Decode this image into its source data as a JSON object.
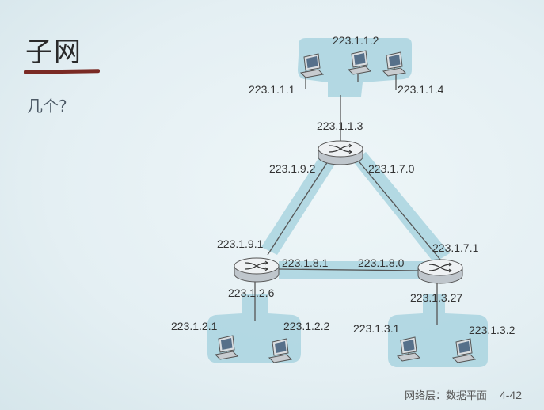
{
  "slide": {
    "title": "子网",
    "subtitle": "几个?",
    "footer_text": "网络层：数据平面",
    "page_number": "4-42"
  },
  "diagram": {
    "routers": [
      "top-router",
      "left-router",
      "right-router"
    ],
    "labels": {
      "top_host_mid": "223.1.1.2",
      "top_host_left": "223.1.1.1",
      "top_host_right": "223.1.1.4",
      "top_router_iface": "223.1.1.3",
      "top_router_left_iface": "223.1.9.2",
      "top_router_right_iface": "223.1.7.0",
      "left_router_up_iface": "223.1.9.1",
      "left_router_right_iface": "223.1.8.1",
      "right_router_left_iface": "223.1.8.0",
      "right_router_up_iface": "223.1.7.1",
      "left_router_down_iface": "223.1.2.6",
      "right_router_down_iface": "223.1.3.27",
      "left_host_1": "223.1.2.1",
      "left_host_2": "223.1.2.2",
      "right_host_1": "223.1.3.1",
      "right_host_2": "223.1.3.2"
    }
  }
}
